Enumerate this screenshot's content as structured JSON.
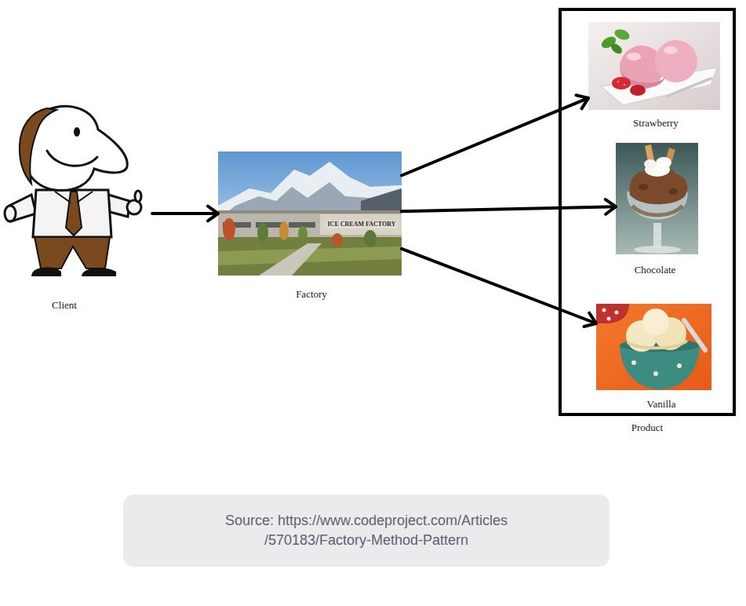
{
  "diagram": {
    "caption": "Source: https://www.codeproject.com/Articles /570183/Factory-Method-Pattern",
    "nodes": [
      {
        "text": [
          "Client"
        ]
      },
      {
        "text": [
          "Factory"
        ]
      },
      {
        "text": [
          "Product"
        ]
      },
      {
        "text": [
          "Strawberry"
        ],
        "in": 2
      },
      {
        "text": [
          "Chocolate"
        ],
        "in": 2
      },
      {
        "text": [
          "Vanilla"
        ],
        "in": 2
      }
    ],
    "edges": [
      {
        "from": 0,
        "to": 1,
        "arrow": "to"
      },
      {
        "from": 1,
        "to": 3,
        "arrow": "to"
      },
      {
        "from": 1,
        "to": 4,
        "arrow": "to"
      },
      {
        "from": 1,
        "to": 5,
        "arrow": "to"
      }
    ],
    "labels": [
      "ICE CREAM FACTORY"
    ]
  }
}
